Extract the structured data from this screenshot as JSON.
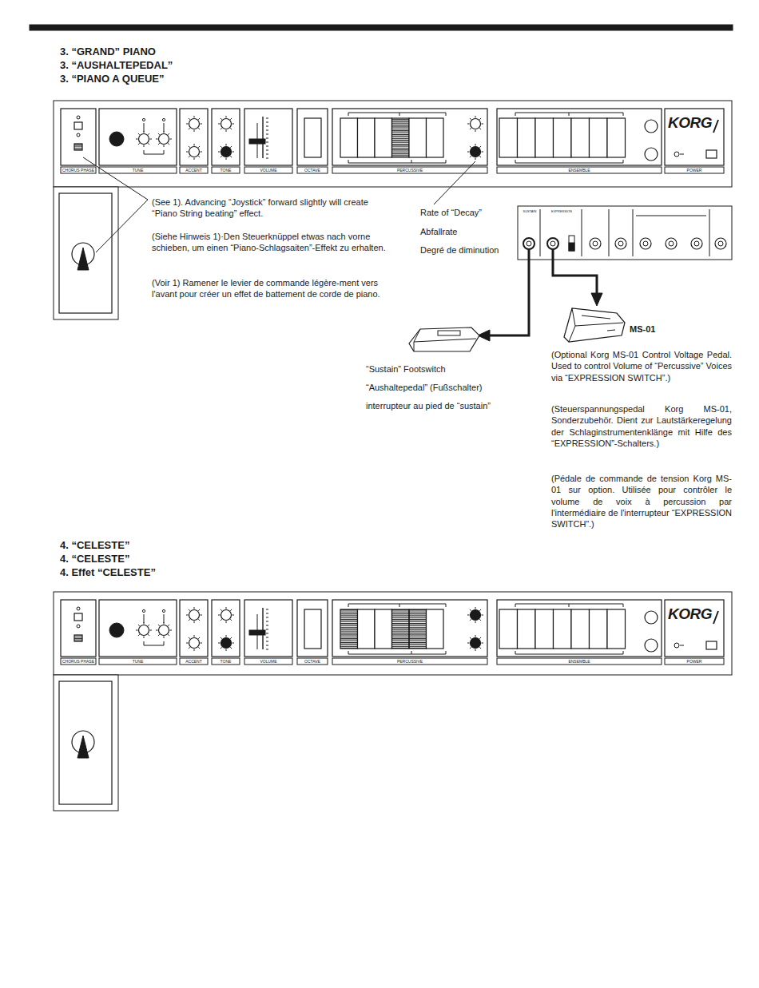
{
  "diagram": {
    "labels": [
      "3. “GRAND” PIANO",
      "3. “AUSHALTEPEDAL”",
      "3. “PIANO A QUEUE”",
      "CHORUS PHASE",
      "TUNE",
      "ACCENT",
      "TONE",
      "VOLUME",
      "OCTAVE",
      "PERCUSSIVE",
      "ENSEMBLE",
      "POWER",
      "KORG",
      "(See 1). Advancing “Joystick” forward slightly will create “Piano String beating” effect.",
      "(Siehe Hinweis 1)·Den Steuerknüppel etwas nach vorne schieben, um einen “Piano-Schlagsaiten”-Effekt zu erhalten.",
      "(Voir 1) Ramener le levier de commande légère-ment vers l'avant pour créer un effet de battement de corde de piano.",
      "Rate of “Decay”",
      "Abfallrate",
      "Degré de diminution",
      "SUSTAIN",
      "EXPRESSION",
      "MS-01",
      "“Sustain” Footswitch",
      "“Aushaltepedal” (Fußschalter)",
      "interrupteur au pied de “sustain”",
      "(Optional Korg MS-01 Control Voltage Pedal. Used to control Volume of “Percussive” Voices via “EXPRESSION SWITCH”.)",
      "(Steuerspannungspedal Korg MS-01, Sonderzubehör. Dient zur Lautstärkeregelung der Schlaginstrumentenklänge mit Hilfe des “EXPRESSION”-Schalters.)",
      "(Pédale de commande de tension Korg MS-01 sur option. Utilisée pour contrôler le volume de voix à percussion par l'intermédiaire de l'interrupteur “EXPRESSION SWITCH”.)",
      "4. “CELESTE”",
      "4. “CELESTE”",
      "4. Effet “CELESTE”",
      "CHORUS PHASE",
      "TUNE",
      "ACCENT",
      "TONE",
      "VOLUME",
      "OCTAVE",
      "PERCUSSIVE",
      "ENSEMBLE",
      "POWER",
      "KORG"
    ]
  }
}
